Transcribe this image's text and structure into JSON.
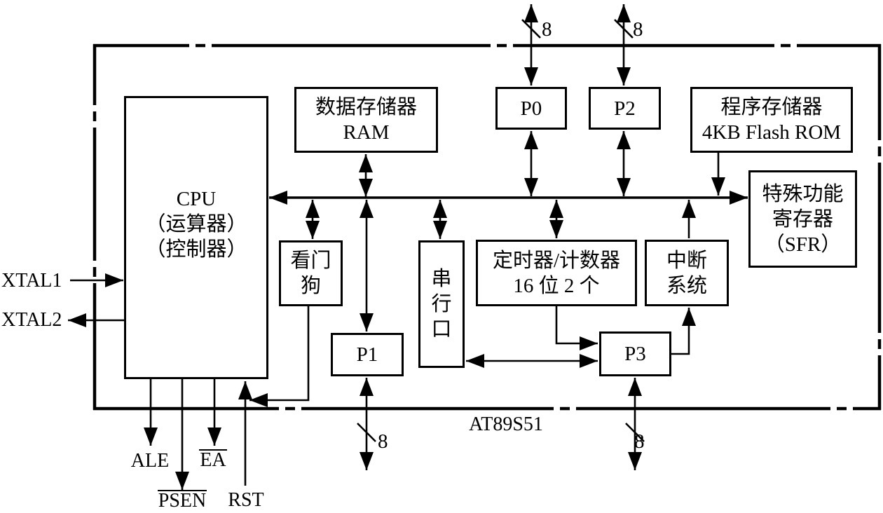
{
  "diagram": {
    "title": "AT89S51",
    "bus_width": "8",
    "colors": {
      "ink": "#000000",
      "background": "#ffffff"
    },
    "blocks": {
      "cpu": {
        "lines": [
          "CPU",
          "（运算器）",
          "（控制器）"
        ]
      },
      "ram": {
        "lines": [
          "数据存储器",
          "RAM"
        ]
      },
      "p0": {
        "lines": [
          "P0"
        ]
      },
      "p2": {
        "lines": [
          "P2"
        ]
      },
      "rom": {
        "lines": [
          "程序存储器",
          "4KB Flash ROM"
        ]
      },
      "sfr": {
        "lines": [
          "特殊功能",
          "寄存器",
          "（SFR）"
        ]
      },
      "watchdog": {
        "lines": [
          "看门",
          "狗"
        ]
      },
      "serial": {
        "lines": [
          "串",
          "行",
          "口"
        ]
      },
      "timer": {
        "lines": [
          "定时器/计数器",
          "16 位 2 个"
        ]
      },
      "interrupt": {
        "lines": [
          "中断",
          "系统"
        ]
      },
      "p1": {
        "lines": [
          "P1"
        ]
      },
      "p3": {
        "lines": [
          "P3"
        ]
      }
    },
    "pins": {
      "xtal1": "XTAL1",
      "xtal2": "XTAL2",
      "ale": "ALE",
      "ea": "EA",
      "psen": "PSEN",
      "rst": "RST"
    }
  }
}
